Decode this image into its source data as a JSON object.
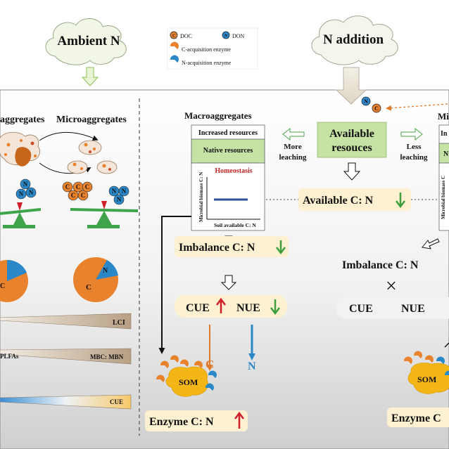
{
  "top": {
    "ambient_n": "Ambient N",
    "n_addition": "N addition"
  },
  "legend": {
    "doc_symbol": "C",
    "doc": "DOC",
    "don_symbol": "N",
    "don": "DON",
    "c_enzyme": "C-acquisition enzyme",
    "n_enzyme": "N-acquisition enzyme"
  },
  "left_panel": {
    "aggregates": "aggregates",
    "microaggregates": "Microaggregates",
    "pie_c": "C",
    "pie_n": "N",
    "ball_c": "C",
    "ball_n": "N",
    "lci": "LCI",
    "plfas": "PLFAs",
    "mbc_mbn": "MBC: MBN",
    "cue": "CUE"
  },
  "macro_panel": {
    "title": "Macroaggregates",
    "increased": "Increased resources",
    "native": "Native resources",
    "homeostasis": "Homeostasis",
    "y_axis": "Microbial biomass C: N",
    "x_axis": "Soil available C: N",
    "imbalance": "Imbalance C: N",
    "cue": "CUE",
    "nue": "NUE",
    "branch_c": "C",
    "branch_n": "N",
    "som": "SOM",
    "enzyme": "Enzyme C: N"
  },
  "center": {
    "available_resources": "Available resouces",
    "more_leaching": "More leaching",
    "less_leaching": "Less leaching",
    "available_cn": "Available C: N",
    "n_ball": "N",
    "c_ball": "C"
  },
  "right_panel": {
    "title_fragment": "Mi",
    "increased_fragment": "In",
    "native_fragment": "N",
    "y_axis_fragment": "Microbial biomass C",
    "imbalance": "Imbalance C: N",
    "cross": "×",
    "cue": "CUE",
    "nue": "NUE",
    "som": "SOM",
    "enzyme": "Enzyme C"
  },
  "colors": {
    "cloud": "#f1f6e6",
    "green_box": "#c7e2a5",
    "pill": "#fdf1d1",
    "orange": "#e8822c",
    "blue": "#2a88c9",
    "som": "#f4b516",
    "scale_green": "#3fa34a",
    "red_arrow": "#d0202a",
    "green_arrow": "#3e9e3e"
  }
}
